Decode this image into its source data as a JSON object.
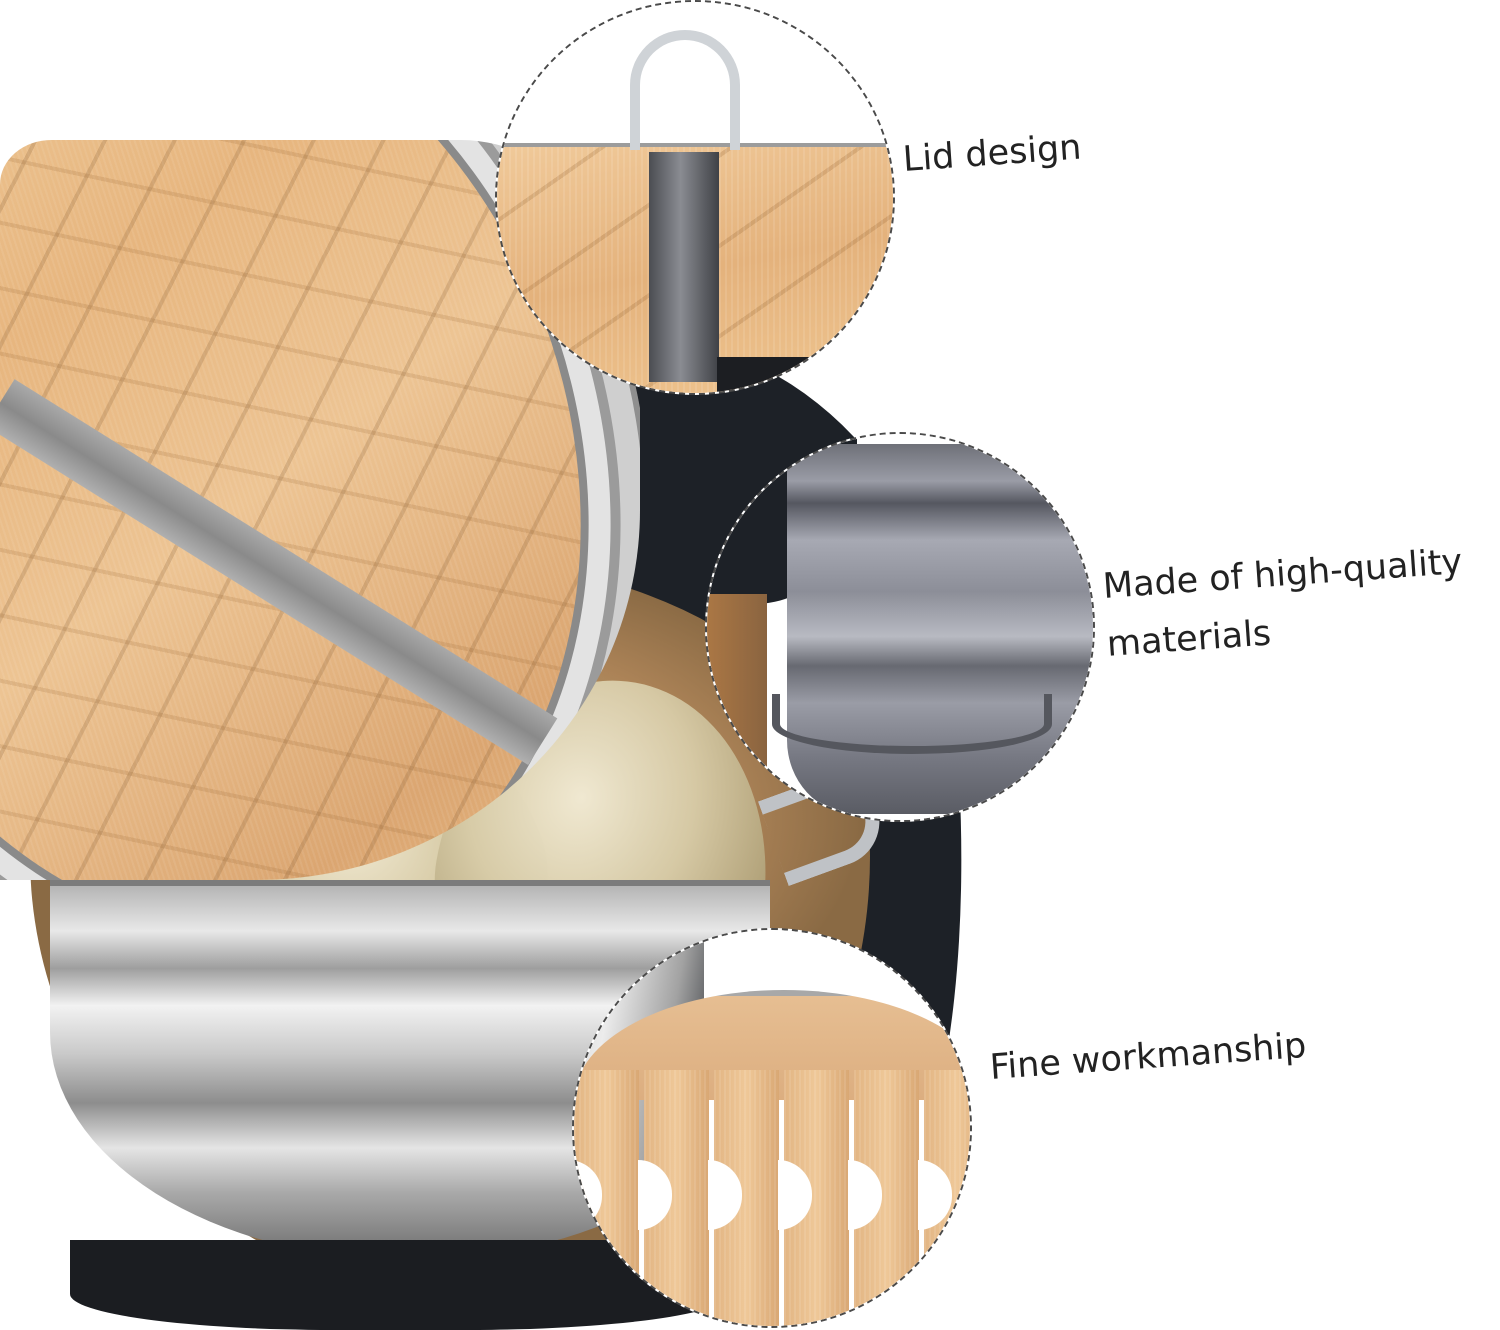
{
  "product": {
    "subject": "stainless steel and bamboo steamer with dumplings",
    "colors": {
      "bamboo": "#e7b67f",
      "steel": "#c9c9c9",
      "dark_background": "#1d2127",
      "label_text": "#222222",
      "callout_border": "#4a4a4a"
    }
  },
  "callouts": [
    {
      "id": "lid",
      "label": "Lid design",
      "detail": "lid loop handle and metal strap over woven bamboo"
    },
    {
      "id": "materials",
      "label_line1": "Made of high-quality",
      "label_line2": "materials",
      "detail": "stainless steel basket wall"
    },
    {
      "id": "workmanship",
      "label": "Fine workmanship",
      "detail": "bamboo slat base with cut-outs"
    }
  ]
}
